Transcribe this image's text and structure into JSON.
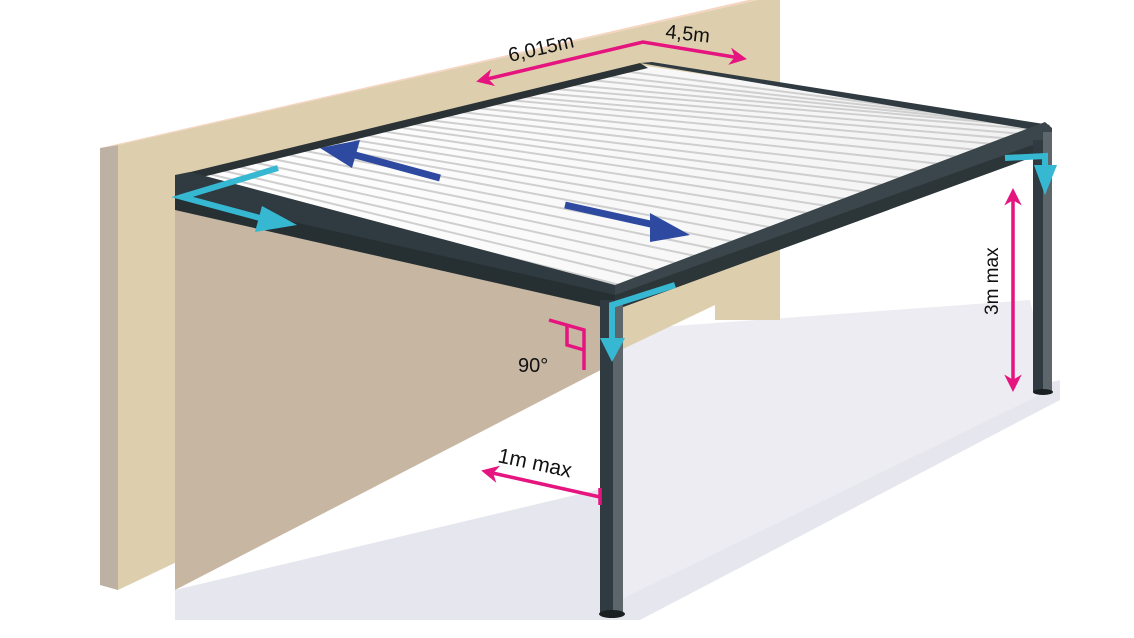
{
  "diagram": {
    "subject": "Louvered aluminium pergola attached to wall",
    "dimensions": {
      "length_label": "6,015m",
      "depth_label": "4,5m",
      "height_label": "3m max",
      "overhang_label": "1m max",
      "angle_label": "90°"
    },
    "colors": {
      "dimension_arrow": "#e5147f",
      "water_flow_arrow": "#36b8d2",
      "louver_direction_arrow": "#2e4aa0",
      "frame": "#2f3b40",
      "wall_face": "#ddcfae",
      "wall_edge": "#bcb1a2",
      "wall_shadow": "#c6b6a2",
      "ground_shadow": "#e6e6ee"
    },
    "annotations": [
      {
        "type": "dimension",
        "label": "6,015m",
        "meaning": "pergola length along wall"
      },
      {
        "type": "dimension",
        "label": "4,5m",
        "meaning": "pergola projection depth"
      },
      {
        "type": "dimension",
        "label": "3m max",
        "meaning": "maximum post height"
      },
      {
        "type": "dimension",
        "label": "1m max",
        "meaning": "maximum post offset from corner"
      },
      {
        "type": "angle",
        "label": "90°",
        "meaning": "right angle between beam and post"
      },
      {
        "type": "flow",
        "meaning": "rainwater drainage through gutter and posts"
      },
      {
        "type": "direction",
        "meaning": "louvers sliding open/closed"
      }
    ]
  }
}
